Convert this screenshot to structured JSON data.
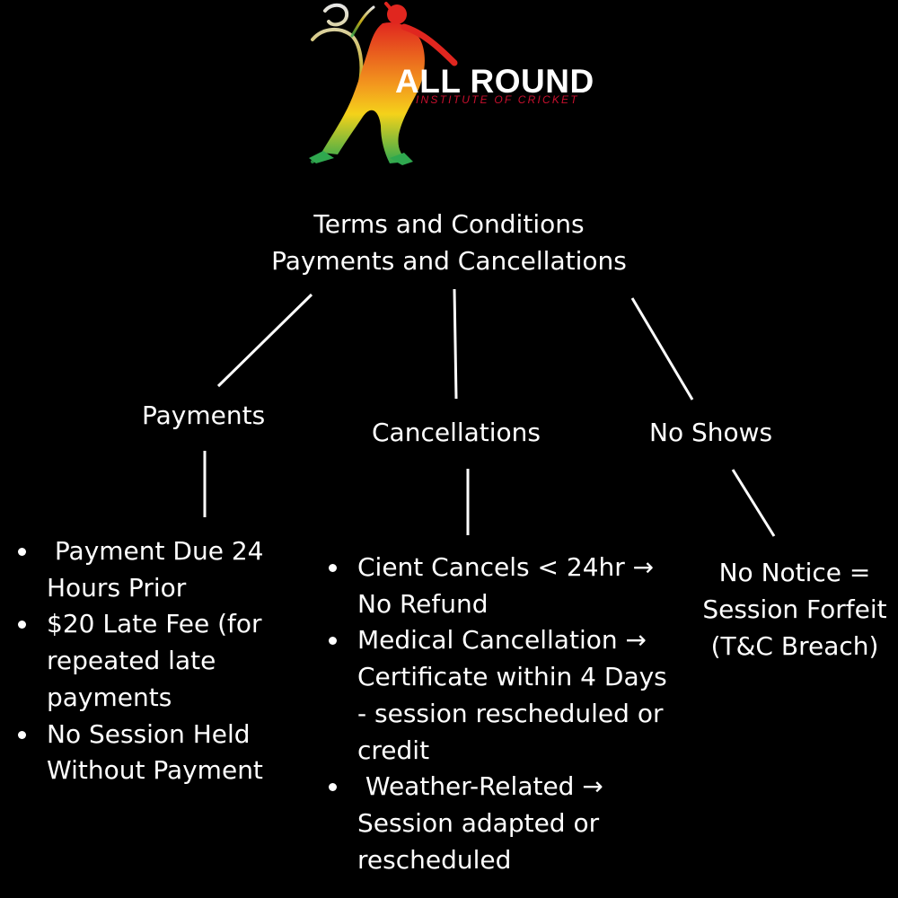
{
  "logo": {
    "wordmark": "ALL ROUND",
    "subtitle": "INSTITUTE OF CRICKET",
    "colors": {
      "red": "#e0261f",
      "orange": "#f39a1e",
      "yellow": "#f4d21a",
      "green": "#2fa84f",
      "wordmark_accent": "#c8102e"
    }
  },
  "title": {
    "line1": "Terms and Conditions",
    "line2": "Payments and Cancellations"
  },
  "branches": {
    "payments": {
      "label": "Payments",
      "items": [
        " Payment Due 24 Hours Prior",
        "$20 Late Fee (for repeated late payments",
        "No Session Held Without Payment"
      ]
    },
    "cancellations": {
      "label": "Cancellations",
      "items": [
        "Cient Cancels < 24hr → No Refund",
        "Medical Cancellation → Certificate within 4 Days - session rescheduled or credit",
        " Weather-Related → Session adapted or rescheduled"
      ]
    },
    "no_shows": {
      "label": "No Shows",
      "note": "No Notice = Session Forfeit (T&C Breach)"
    }
  },
  "colors": {
    "background": "#000000",
    "text": "#ffffff",
    "lines": "#ffffff"
  }
}
